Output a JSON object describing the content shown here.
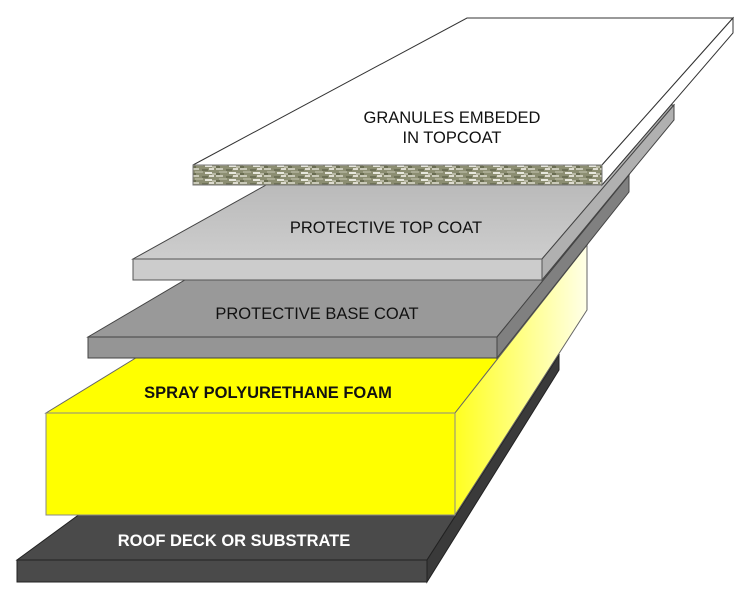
{
  "title": "Spray polyurethane foam roof system layers",
  "layers": {
    "granules": {
      "line1": "GRANULES EMBEDED",
      "line2": "IN TOPCOAT"
    },
    "top_coat": {
      "label": "PROTECTIVE TOP COAT"
    },
    "base_coat": {
      "label": "PROTECTIVE BASE COAT"
    },
    "foam": {
      "label": "SPRAY POLYURETHANE FOAM"
    },
    "deck": {
      "label": "ROOF DECK OR SUBSTRATE"
    }
  },
  "colors": {
    "deck": "#484848",
    "foam": "#ffff00",
    "base_coat": "#979797",
    "top_coat": "#c8c8c8",
    "granules": "#8a8c6c"
  }
}
